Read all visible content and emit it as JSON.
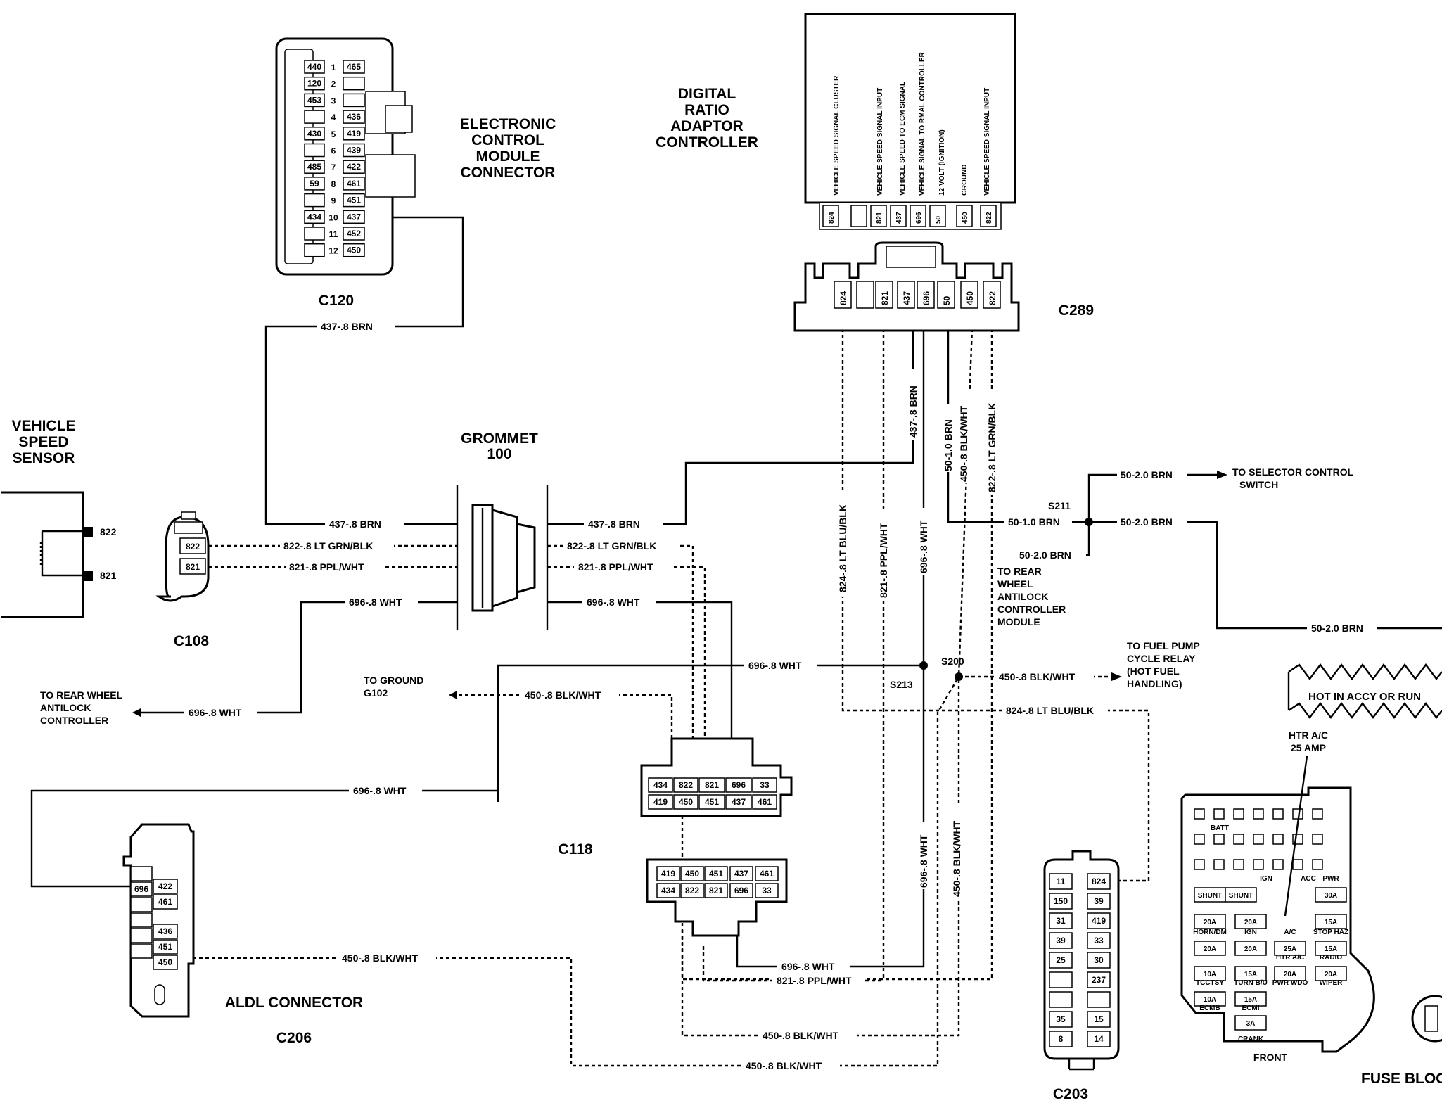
{
  "components": {
    "vehicle_speed_sensor": {
      "label_lines": [
        "VEHICLE",
        "SPEED",
        "SENSOR"
      ],
      "pins": [
        "822",
        "821"
      ]
    },
    "ecm_connector": {
      "label_lines": [
        "ELECTRONIC",
        "CONTROL",
        "MODULE",
        "CONNECTOR"
      ],
      "id": "C120",
      "pin_numbers": [
        "1",
        "2",
        "3",
        "4",
        "5",
        "6",
        "7",
        "8",
        "9",
        "10",
        "11",
        "12"
      ],
      "left_circuits": [
        "440",
        "120",
        "453",
        "",
        "430",
        "",
        "485",
        "59",
        "",
        "434",
        "",
        ""
      ],
      "right_circuits": [
        "465",
        "",
        "",
        "436",
        "419",
        "439",
        "422",
        "461",
        "451",
        "437",
        "452",
        "450"
      ]
    },
    "drac": {
      "label_lines": [
        "DIGITAL",
        "RATIO",
        "ADAPTOR",
        "CONTROLLER"
      ],
      "signals": [
        "VEHICLE SPEED SIGNAL CLUSTER",
        "VEHICLE SPEED SIGNAL INPUT",
        "VEHICLE SPEED TO ECM SIGNAL",
        "VEHICLE SIGNAL TO RMAL CONTROLLER",
        "12 VOLT (IGNITION)",
        "GROUND",
        "VEHICLE SPEED SIGNAL INPUT"
      ],
      "pins": [
        "824",
        "",
        "821",
        "437",
        "696",
        "50",
        "450",
        "822"
      ]
    },
    "c289": {
      "id": "C289",
      "pins": [
        "824",
        "",
        "821",
        "437",
        "696",
        "50",
        "450",
        "822"
      ]
    },
    "grommet": {
      "label_lines": [
        "GROMMET",
        "100"
      ]
    },
    "c108": {
      "id": "C108",
      "pins": [
        "822",
        "821"
      ]
    },
    "c118": {
      "id": "C118",
      "upper_row1": [
        "434",
        "822",
        "821",
        "696",
        "33"
      ],
      "upper_row2": [
        "419",
        "450",
        "451",
        "437",
        "461"
      ],
      "lower_row1": [
        "419",
        "450",
        "451",
        "437",
        "461"
      ],
      "lower_row2": [
        "434",
        "822",
        "821",
        "696",
        "33"
      ]
    },
    "aldl": {
      "label": "ALDL CONNECTOR",
      "id": "C206",
      "left_circuits": [
        "",
        "696",
        "",
        "",
        "",
        ""
      ],
      "right_circuits": [
        "422",
        "461",
        "436",
        "451",
        "450"
      ]
    },
    "c203": {
      "id": "C203",
      "left": [
        "11",
        "150",
        "31",
        "39",
        "25",
        "",
        "",
        "35",
        "8"
      ],
      "right": [
        "824",
        "39",
        "419",
        "33",
        "30",
        "237",
        "",
        "15",
        "14"
      ]
    },
    "fuse_block": {
      "label": "FUSE BLOC",
      "hot_label": "HOT IN ACCY OR RUN",
      "fuse_label_lines": [
        "HTR A/C",
        "25 AMP"
      ],
      "front_label": "FRONT",
      "fuses": [
        "SHUNT",
        "SHUNT",
        "30A",
        "20A",
        "20A",
        "15A",
        "20A",
        "20A",
        "25A",
        "15A",
        "10A",
        "15A",
        "20A",
        "20A",
        "10A",
        "15A",
        "3A"
      ],
      "fuse_names": [
        "HORN/DM",
        "IGN",
        "STOP HAZ",
        "A/C",
        "HTR A/C",
        "RADIO",
        "TCCTSY",
        "TURN B/U",
        "PWR WDO",
        "WIPER",
        "ECMB",
        "ECMI",
        "CRANK",
        "BATT",
        "IGN",
        "PWR",
        "ACC"
      ]
    }
  },
  "splices": [
    "S211",
    "S213",
    "S200"
  ],
  "wires": {
    "w437_ecm": "437-.8 BRN",
    "w437_left": "437-.8 BRN",
    "w437_right": "437-.8 BRN",
    "w437_vert": "437-.8 BRN",
    "w822_left": "822-.8 LT GRN/BLK",
    "w822_right": "822-.8 LT GRN/BLK",
    "w822_vert": "822-.8 LT GRN/BLK",
    "w821_left": "821-.8 PPL/WHT",
    "w821_right": "821-.8 PPL/WHT",
    "w821_vert": "821-.8 PPL/WHT",
    "w821_bottom": "821-.8 PPL/WHT",
    "w696_left": "696-.8 WHT",
    "w696_right": "696-.8 WHT",
    "w696_mid": "696-.8 WHT",
    "w696_rear": "696-.8 WHT",
    "w696_aldl": "696-.8 WHT",
    "w696_vert": "696-.8 WHT",
    "w696_vert2": "696-.8 WHT",
    "w696_bottom": "696-.8 WHT",
    "w824_vert": "824-.8 LT BLU/BLK",
    "w824_horiz": "824-.8 LT BLU/BLK",
    "w50_vert": "50-1.0 BRN",
    "w50_s211": "50-1.0 BRN",
    "w50_selector": "50-2.0 BRN",
    "w50_right": "50-2.0 BRN",
    "w50_rear": "50-2.0 BRN",
    "w50_far": "50-2.0 BRN",
    "w450_vert": "450-.8 BLK/WHT",
    "w450_fuel": "450-.8 BLK/WHT",
    "w450_ground": "450-.8 BLK/WHT",
    "w450_aldl": "450-.8 BLK/WHT",
    "w450_bottom1": "450-.8 BLK/WHT",
    "w450_bottom2": "450-.8 BLK/WHT",
    "w450_vert2": "450-.8 BLK/WHT"
  },
  "destinations": {
    "rear_wheel_left": [
      "TO REAR WHEEL",
      "ANTILOCK",
      "CONTROLLER"
    ],
    "ground": [
      "TO GROUND",
      "G102"
    ],
    "selector": [
      "TO SELECTOR CONTROL",
      "SWITCH"
    ],
    "rear_wheel_module": [
      "TO REAR",
      "WHEEL",
      "ANTILOCK",
      "CONTROLLER",
      "MODULE"
    ],
    "fuel_pump": [
      "TO FUEL PUMP",
      "CYCLE RELAY",
      "(HOT FUEL",
      "HANDLING)"
    ]
  }
}
